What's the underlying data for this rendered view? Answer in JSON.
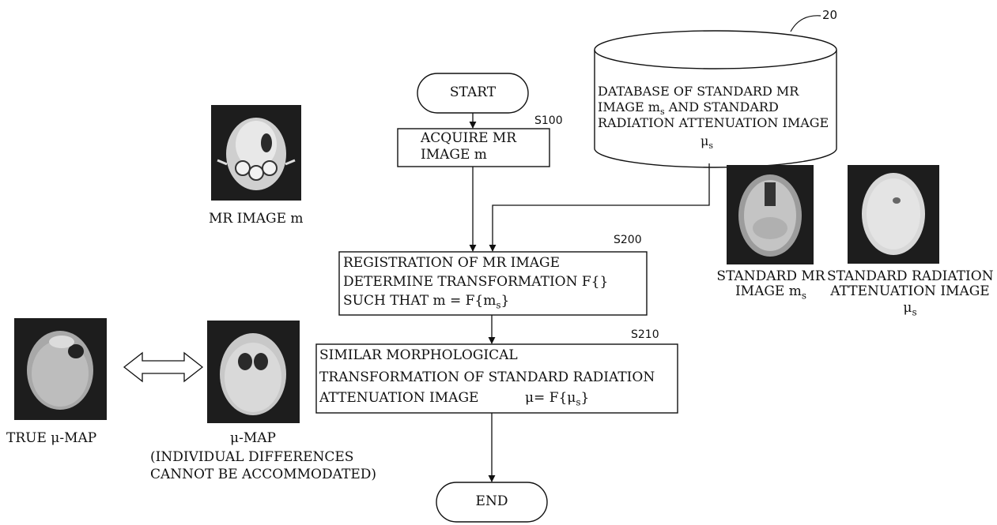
{
  "flowchart": {
    "start": "START",
    "end": "END",
    "s100": {
      "label": "S100",
      "text": [
        "ACQUIRE MR",
        "IMAGE m"
      ]
    },
    "s200": {
      "label": "S200",
      "text": [
        "REGISTRATION OF MR IMAGE",
        "DETERMINE TRANSFORMATION F{}",
        "SUCH THAT m = F{m",
        "s",
        "}"
      ]
    },
    "s210": {
      "label": "S210",
      "text": [
        "SIMILAR MORPHOLOGICAL",
        "TRANSFORMATION OF STANDARD RADIATION",
        "ATTENUATION IMAGE",
        "μ= F{μ",
        "s",
        "}"
      ]
    }
  },
  "database": {
    "ref": "20",
    "text": [
      "DATABASE OF STANDARD MR",
      "IMAGE m",
      "s",
      " AND STANDARD",
      "RADIATION ATTENUATION IMAGE",
      "μ",
      "s"
    ]
  },
  "images": {
    "mr_image": "MR IMAGE m",
    "standard_mr": [
      "STANDARD MR",
      "IMAGE m",
      "s"
    ],
    "standard_rad": [
      "STANDARD RADIATION",
      "ATTENUATION IMAGE",
      "μ",
      "s"
    ],
    "true_map": "TRUE  μ-MAP",
    "mu_map": [
      "μ-MAP",
      "(INDIVIDUAL DIFFERENCES",
      "CANNOT BE ACCOMMODATED)"
    ]
  }
}
